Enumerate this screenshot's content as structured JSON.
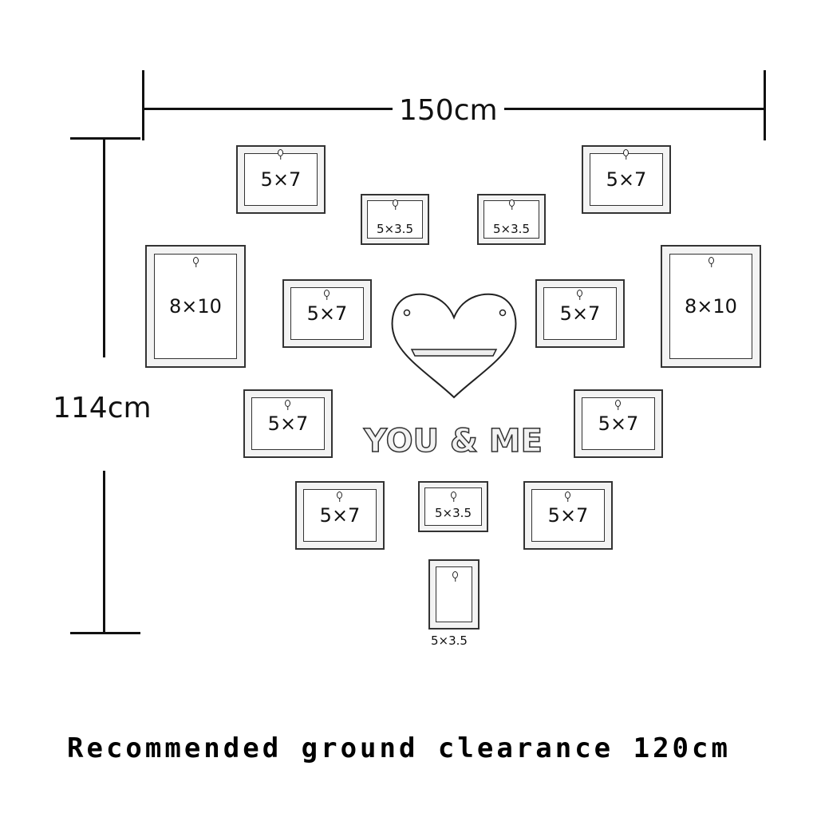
{
  "dimensions": {
    "width_label": "150cm",
    "height_label": "114cm"
  },
  "frames": {
    "f1": "5×7",
    "f2": "5×3.5",
    "f3": "5×3.5",
    "f4": "5×7",
    "f5": "8×10",
    "f6": "5×7",
    "f7": "5×7",
    "f8": "8×10",
    "f9": "5×7",
    "f10": "5×7",
    "f11": "5×7",
    "f12": "5×3.5",
    "f13": "5×7",
    "f14_below": "5×3.5"
  },
  "center_text": "YOU & ME",
  "caption": "Recommended ground clearance 120cm"
}
